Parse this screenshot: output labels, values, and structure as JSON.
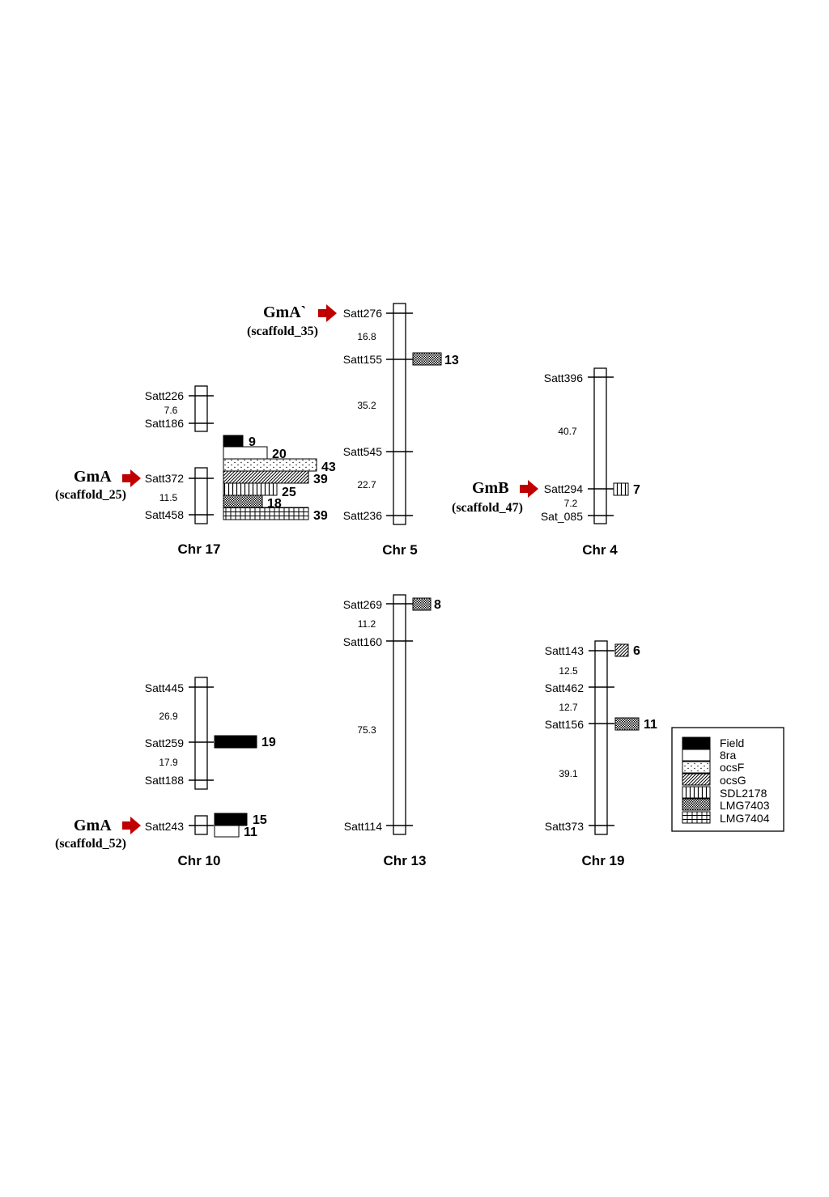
{
  "patterns": [
    "Field",
    "8ra",
    "ocsF",
    "ocsG",
    "SDL2178",
    "LMG7403",
    "LMG7404"
  ],
  "legend": [
    "Field",
    "8ra",
    "ocsF",
    "ocsG",
    "SDL2178",
    "LMG7403",
    "LMG7404"
  ],
  "chromosomes": [
    {
      "name": "Chr 17",
      "segments": [
        {
          "markers": [
            "Satt226",
            "Satt186"
          ],
          "distances": [
            "7.6"
          ]
        },
        {
          "markers": [
            "Satt372",
            "Satt458"
          ],
          "distances": [
            "11.5"
          ]
        }
      ],
      "gene": {
        "label": "GmA",
        "scaffold": "(scaffold_25)",
        "marker": "Satt372"
      },
      "qtl_bars": [
        {
          "pattern": "Field",
          "value": "9"
        },
        {
          "pattern": "8ra",
          "value": "20"
        },
        {
          "pattern": "ocsF",
          "value": "43"
        },
        {
          "pattern": "ocsG",
          "value": "39"
        },
        {
          "pattern": "SDL2178",
          "value": "25"
        },
        {
          "pattern": "LMG7403",
          "value": "18"
        },
        {
          "pattern": "LMG7404",
          "value": "39"
        }
      ]
    },
    {
      "name": "Chr 5",
      "segments": [
        {
          "markers": [
            "Satt276",
            "Satt155",
            "Satt545",
            "Satt236"
          ],
          "distances": [
            "16.8",
            "35.2",
            "22.7"
          ]
        }
      ],
      "gene": {
        "label": "GmA`",
        "scaffold": "(scaffold_35)",
        "marker": "Satt276"
      },
      "qtl_bars": [
        {
          "pattern": "LMG7403",
          "value": "13",
          "marker": "Satt155"
        }
      ]
    },
    {
      "name": "Chr 4",
      "segments": [
        {
          "markers": [
            "Satt396",
            "Satt294",
            "Sat_085"
          ],
          "distances": [
            "40.7",
            "7.2"
          ]
        }
      ],
      "gene": {
        "label": "GmB",
        "scaffold": "(scaffold_47)",
        "marker": "Satt294"
      },
      "qtl_bars": [
        {
          "pattern": "SDL2178",
          "value": "7",
          "marker": "Satt294"
        }
      ]
    },
    {
      "name": "Chr 10",
      "segments": [
        {
          "markers": [
            "Satt445",
            "Satt259",
            "Satt188"
          ],
          "distances": [
            "26.9",
            "17.9"
          ]
        },
        {
          "markers": [
            "Satt243"
          ],
          "distances": []
        }
      ],
      "gene": {
        "label": "GmA",
        "scaffold": "(scaffold_52)",
        "marker": "Satt243"
      },
      "qtl_bars": [
        {
          "pattern": "Field",
          "value": "19",
          "marker": "Satt259"
        },
        {
          "pattern": "Field",
          "value": "15",
          "marker": "Satt243"
        },
        {
          "pattern": "8ra",
          "value": "11",
          "marker": "Satt243"
        }
      ]
    },
    {
      "name": "Chr 13",
      "segments": [
        {
          "markers": [
            "Satt269",
            "Satt160",
            "Satt114"
          ],
          "distances": [
            "11.2",
            "75.3"
          ]
        }
      ],
      "qtl_bars": [
        {
          "pattern": "LMG7403",
          "value": "8",
          "marker": "Satt269"
        }
      ]
    },
    {
      "name": "Chr 19",
      "segments": [
        {
          "markers": [
            "Satt143",
            "Satt462",
            "Satt156",
            "Satt373"
          ],
          "distances": [
            "12.5",
            "12.7",
            "39.1"
          ]
        }
      ],
      "qtl_bars": [
        {
          "pattern": "ocsG",
          "value": "6",
          "marker": "Satt143"
        },
        {
          "pattern": "LMG7403",
          "value": "11",
          "marker": "Satt156"
        }
      ]
    }
  ]
}
